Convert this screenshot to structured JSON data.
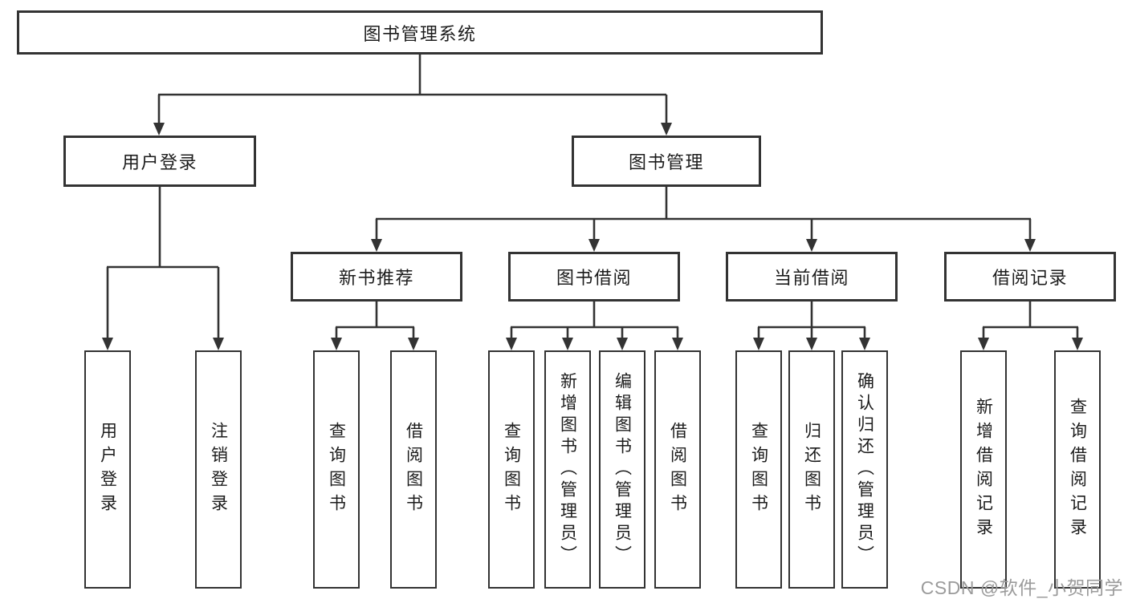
{
  "diagram": {
    "title": "图书管理系统",
    "root": {
      "label": "图书管理系统"
    },
    "branches": [
      {
        "label": "用户登录",
        "children": [
          {
            "label": "用户登录"
          },
          {
            "label": "注销登录"
          }
        ]
      },
      {
        "label": "图书管理",
        "children": [
          {
            "label": "新书推荐",
            "children": [
              {
                "label": "查询图书"
              },
              {
                "label": "借阅图书"
              }
            ]
          },
          {
            "label": "图书借阅",
            "children": [
              {
                "label": "查询图书"
              },
              {
                "label": "新增图书（管理员）"
              },
              {
                "label": "编辑图书（管理员）"
              },
              {
                "label": "借阅图书"
              }
            ]
          },
          {
            "label": "当前借阅",
            "children": [
              {
                "label": "查询图书"
              },
              {
                "label": "归还图书"
              },
              {
                "label": "确认归还（管理员）"
              }
            ]
          },
          {
            "label": "借阅记录",
            "children": [
              {
                "label": "新增借阅记录"
              },
              {
                "label": "查询借阅记录"
              }
            ]
          }
        ]
      }
    ]
  },
  "watermark": {
    "text": "CSDN @软件_小贺同学"
  },
  "colors": {
    "line": "#333333",
    "border": "#333333",
    "text": "#1c1c1c",
    "background": "#ffffff",
    "watermark": "#9b9b9b"
  }
}
